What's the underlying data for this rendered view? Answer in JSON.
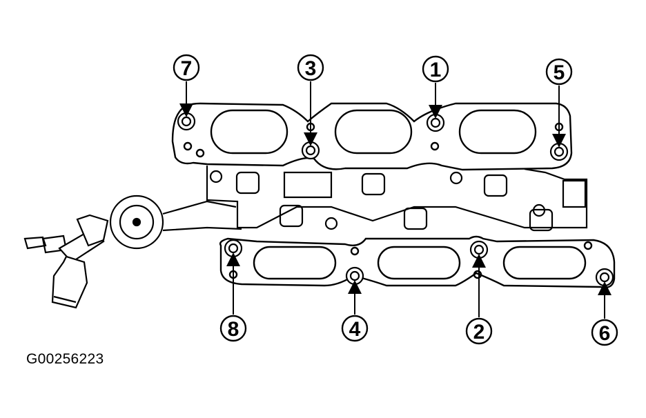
{
  "figure": {
    "id": "G00256223"
  },
  "callouts": [
    {
      "label": "7"
    },
    {
      "label": "3"
    },
    {
      "label": "1"
    },
    {
      "label": "5"
    },
    {
      "label": "8"
    },
    {
      "label": "4"
    },
    {
      "label": "2"
    },
    {
      "label": "6"
    }
  ]
}
